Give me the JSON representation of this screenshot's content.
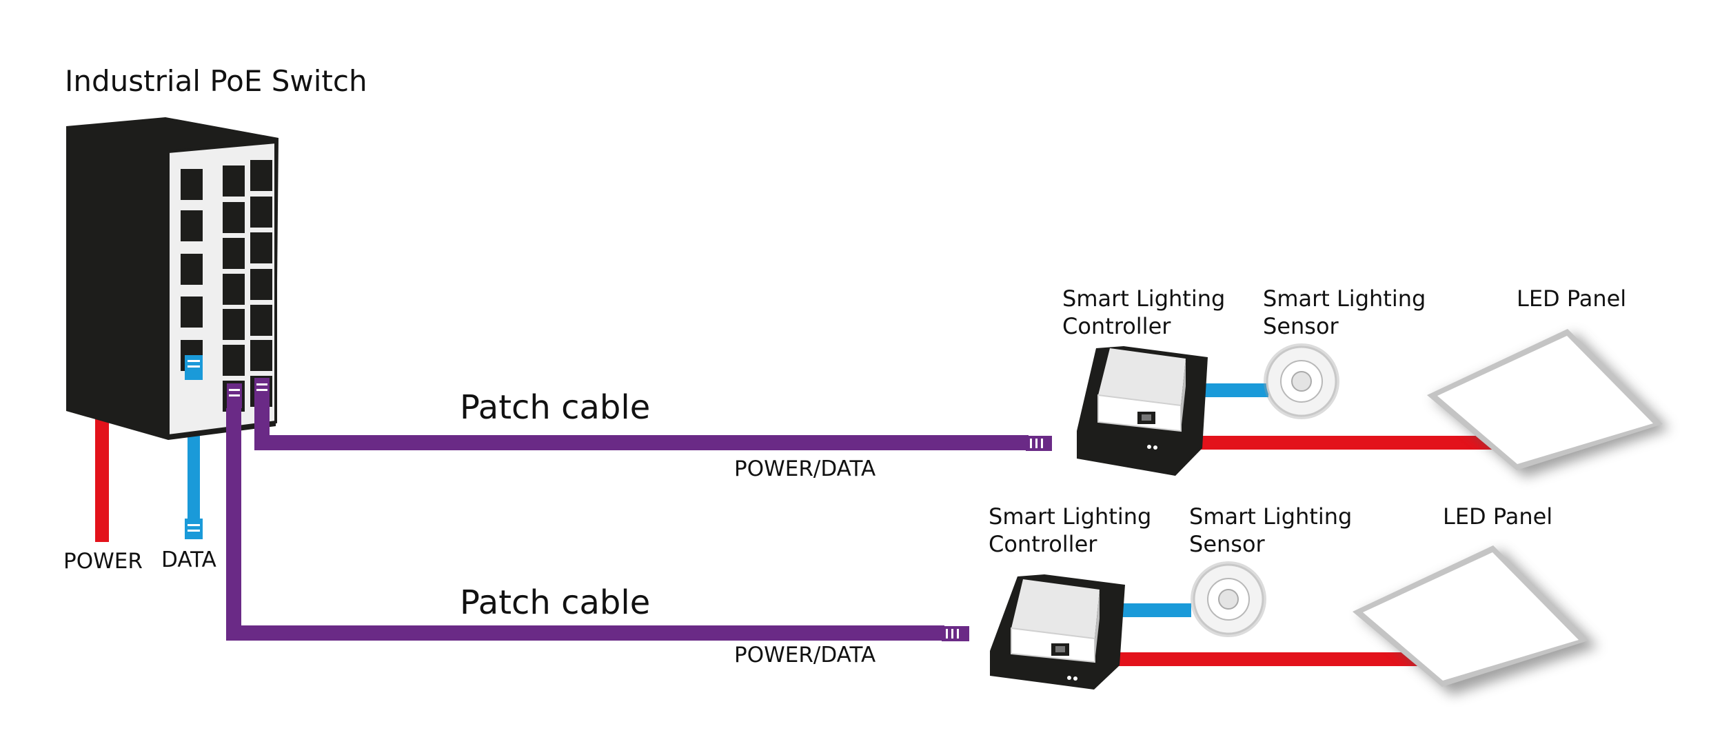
{
  "switch": {
    "title": "Industrial PoE Switch"
  },
  "inputs": {
    "power_label": "POWER",
    "data_label": "DATA"
  },
  "links": [
    {
      "cable_label": "Patch cable",
      "signal_label": "POWER/DATA"
    },
    {
      "cable_label": "Patch cable",
      "signal_label": "POWER/DATA"
    }
  ],
  "groups": [
    {
      "controller": [
        "Smart Lighting",
        "Controller"
      ],
      "sensor": [
        "Smart Lighting",
        "Sensor"
      ],
      "panel": "LED Panel"
    },
    {
      "controller": [
        "Smart Lighting",
        "Controller"
      ],
      "sensor": [
        "Smart Lighting",
        "Sensor"
      ],
      "panel": "LED Panel"
    }
  ],
  "colors": {
    "power": "#e3121b",
    "data": "#1a9ad9",
    "poe": "#6a2a86",
    "device": "#1d1d1b"
  }
}
